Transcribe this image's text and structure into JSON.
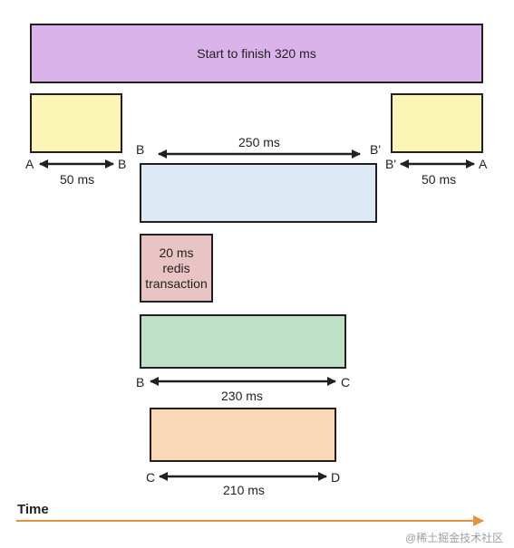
{
  "total": {
    "label": "Start to finish 320 ms",
    "color": "#d9b3ea"
  },
  "left_segment": {
    "label": "50 ms",
    "start": "A",
    "end": "B",
    "color": "#fbf6b6"
  },
  "right_segment": {
    "label": "50 ms",
    "start": "B'",
    "end": "A",
    "color": "#fbf6b6"
  },
  "segment_250": {
    "label": "250 ms",
    "start": "B",
    "end": "B'",
    "color": "#dde9f5"
  },
  "redis": {
    "line1": "20 ms",
    "line2": "redis",
    "line3": "transaction",
    "color": "#e9c4c4"
  },
  "segment_230": {
    "label": "230 ms",
    "start": "B",
    "end": "C",
    "color": "#bfe1c8"
  },
  "segment_210": {
    "label": "210 ms",
    "start": "C",
    "end": "D",
    "color": "#f9d9b5"
  },
  "time_axis": {
    "label": "Time",
    "color": "#e6913d"
  },
  "watermark": "@稀土掘金技术社区"
}
